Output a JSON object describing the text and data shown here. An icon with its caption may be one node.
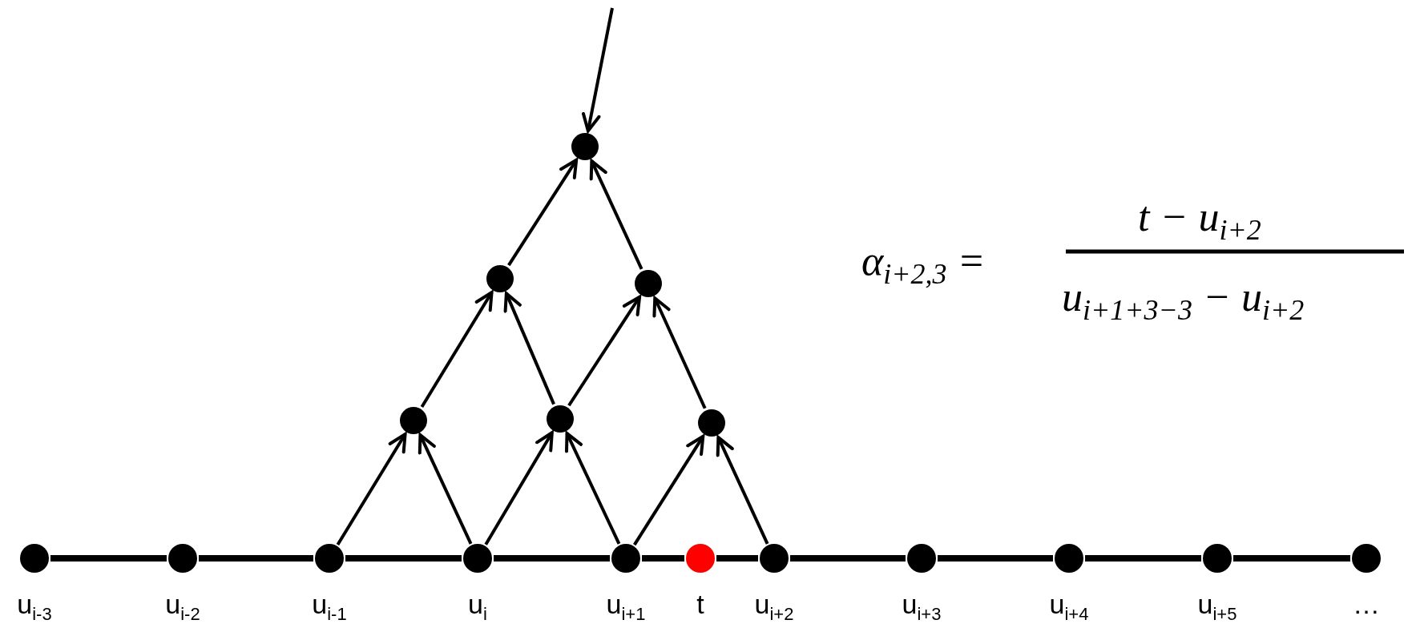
{
  "diagram": {
    "nodes": [
      {
        "text": [],
        "shape": "circle",
        "beside": [
          "u$_{i-3}$"
        ]
      },
      {
        "text": [],
        "shape": "circle",
        "beside": [
          "u$_{i-2}$"
        ]
      },
      {
        "text": [],
        "shape": "circle",
        "beside": [
          "u$_{i-1}$"
        ]
      },
      {
        "text": [],
        "shape": "circle",
        "beside": [
          "u$_{i}$"
        ]
      },
      {
        "text": [],
        "shape": "circle",
        "beside": [
          "u$_{i+1}$"
        ]
      },
      {
        "text": [],
        "shape": "circle",
        "beside": [
          "t"
        ]
      },
      {
        "text": [],
        "shape": "circle",
        "beside": [
          "u$_{i+2}$"
        ]
      },
      {
        "text": [],
        "shape": "circle",
        "beside": [
          "u$_{i+3}$"
        ]
      },
      {
        "text": [],
        "shape": "circle",
        "beside": [
          "u$_{i+4}$"
        ]
      },
      {
        "text": [],
        "shape": "circle",
        "beside": [
          "u$_{i+5}$"
        ]
      },
      {
        "text": [],
        "shape": "circle",
        "beside": [
          "…"
        ]
      },
      {
        "text": [],
        "shape": "circle"
      },
      {
        "text": [],
        "shape": "circle"
      },
      {
        "text": [],
        "shape": "circle"
      },
      {
        "text": [],
        "shape": "circle"
      },
      {
        "text": [],
        "shape": "circle"
      },
      {
        "text": [],
        "shape": "circle"
      }
    ],
    "edges": [
      {
        "from": 0,
        "to": 1,
        "arrow": "none",
        "style": "thick"
      },
      {
        "from": 1,
        "to": 2,
        "arrow": "none",
        "style": "thick"
      },
      {
        "from": 2,
        "to": 3,
        "arrow": "none",
        "style": "thick"
      },
      {
        "from": 3,
        "to": 4,
        "arrow": "none",
        "style": "thick"
      },
      {
        "from": 4,
        "to": 5,
        "arrow": "none",
        "style": "thick"
      },
      {
        "from": 5,
        "to": 6,
        "arrow": "none",
        "style": "thick"
      },
      {
        "from": 6,
        "to": 7,
        "arrow": "none",
        "style": "thick"
      },
      {
        "from": 7,
        "to": 8,
        "arrow": "none",
        "style": "thick"
      },
      {
        "from": 8,
        "to": 9,
        "arrow": "none",
        "style": "thick"
      },
      {
        "from": 9,
        "to": 10,
        "arrow": "none",
        "style": "thick"
      },
      {
        "from": 2,
        "to": 14,
        "arrow": "to"
      },
      {
        "from": 3,
        "to": 14,
        "arrow": "to"
      },
      {
        "from": 3,
        "to": 15,
        "arrow": "to"
      },
      {
        "from": 4,
        "to": 15,
        "arrow": "to"
      },
      {
        "from": 4,
        "to": 16,
        "arrow": "to"
      },
      {
        "from": 6,
        "to": 16,
        "arrow": "to"
      },
      {
        "from": 14,
        "to": 12,
        "arrow": "to"
      },
      {
        "from": 15,
        "to": 12,
        "arrow": "to"
      },
      {
        "from": 15,
        "to": 13,
        "arrow": "to"
      },
      {
        "from": 16,
        "to": 13,
        "arrow": "to"
      },
      {
        "from": 12,
        "to": 11,
        "arrow": "to"
      },
      {
        "from": 13,
        "to": 11,
        "arrow": "to"
      },
      {
        "from": null,
        "to": 11,
        "arrow": "to"
      }
    ],
    "labels": [
      "α$_{i+2,3}$ =",
      "t − u$_{i+2}$",
      "u$_{i+1+3−3}$ − u$_{i+2}$"
    ]
  }
}
